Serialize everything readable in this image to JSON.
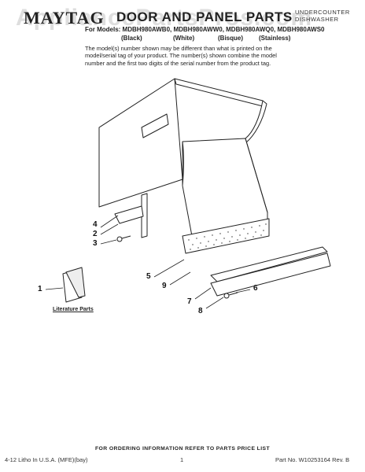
{
  "watermark": "AppliancePartsPros.com",
  "header": {
    "brand": "MAYTAG",
    "title": "DOOR AND PANEL PARTS",
    "product_type_line1": "UNDERCOUNTER",
    "product_type_line2": "DISHWASHER",
    "models": "For Models: MDBH980AWB0, MDBH980AWW0, MDBH980AWQ0, MDBH980AWS0",
    "colors": [
      "(Black)",
      "(White)",
      "(Bisque)",
      "(Stainless)"
    ]
  },
  "note": "The model(s) number shown may be different than what is printed on the model/serial tag of your product. The number(s) shown combine the model number and the first two digits of the serial number from the product tag.",
  "callouts": [
    "1",
    "2",
    "3",
    "4",
    "5",
    "6",
    "7",
    "8",
    "9"
  ],
  "literature_label": "Literature Parts",
  "footer": {
    "ordering": "FOR ORDERING INFORMATION REFER TO PARTS PRICE LIST",
    "left": "4-12 Litho In U.S.A. (MFE)(bay)",
    "page": "1",
    "right": "Part No. W10253164 Rev. B"
  },
  "colors_palette": {
    "line": "#222222",
    "panel_fill": "#ffffff"
  }
}
